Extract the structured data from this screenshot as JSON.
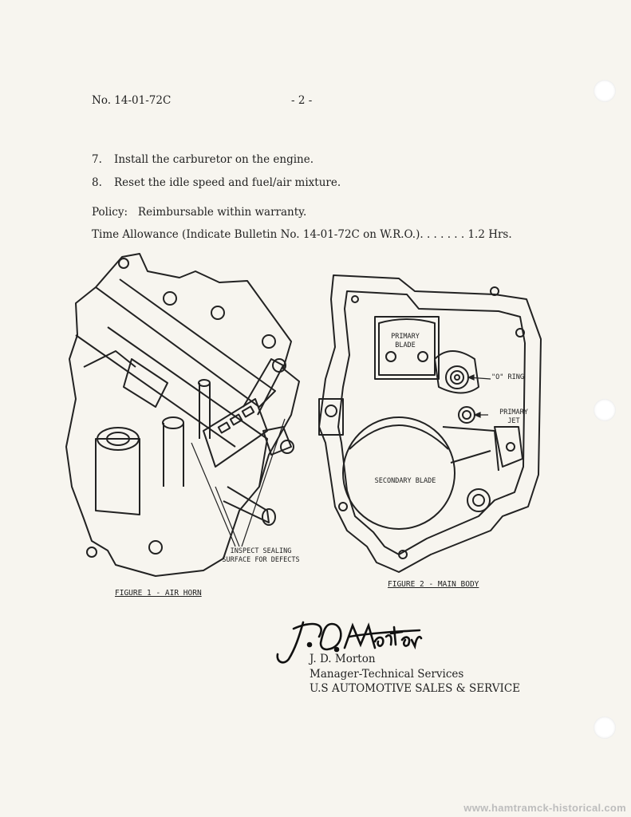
{
  "header": {
    "bulletin_no": "No. 14-01-72C",
    "page": "- 2 -"
  },
  "steps": [
    {
      "num": "7.",
      "text": "Install the carburetor on the engine."
    },
    {
      "num": "8.",
      "text": "Reset the idle speed and fuel/air mixture."
    }
  ],
  "policy": {
    "label": "Policy:",
    "text": "Reimbursable within warranty."
  },
  "time_allowance": {
    "text": "Time Allowance (Indicate Bulletin No. 14-01-72C on W.R.O.). . . . . . . 1.2 Hrs."
  },
  "figure1": {
    "callout": "INSPECT SEALING\nSURFACE FOR DEFECTS",
    "label": "FIGURE 1 - AIR HORN"
  },
  "figure2": {
    "primary_blade": "PRIMARY\nBLADE",
    "o_ring": "\"O\" RING",
    "primary_jet": "PRIMARY\nJET",
    "secondary_blade": "SECONDARY BLADE",
    "label": "FIGURE 2 - MAIN BODY"
  },
  "signature": {
    "image_text": "J. D. Morton",
    "name": "J. D. Morton",
    "title": "Manager-Technical Services",
    "company": "U.S AUTOMOTIVE SALES & SERVICE"
  },
  "watermark": "www.hamtramck-historical.com"
}
